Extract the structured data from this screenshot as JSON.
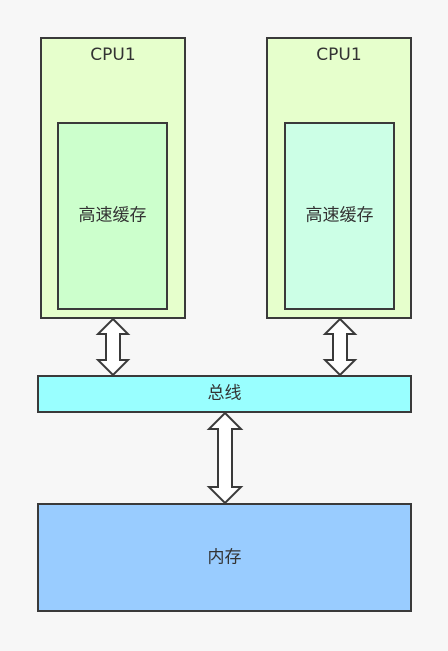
{
  "cpus": [
    {
      "label": "CPU1",
      "color": "#e6ffcc",
      "cache": {
        "label": "高速缓存",
        "color": "#ccffcc"
      }
    },
    {
      "label": "CPU1",
      "color": "#e6ffcc",
      "cache": {
        "label": "高速缓存",
        "color": "#ccffe6"
      }
    }
  ],
  "bus": {
    "label": "总线",
    "color": "#99ffff"
  },
  "memory": {
    "label": "内存",
    "color": "#99ccff"
  },
  "arrow_color": "#3a3a3a",
  "background": "#f7f7f7"
}
